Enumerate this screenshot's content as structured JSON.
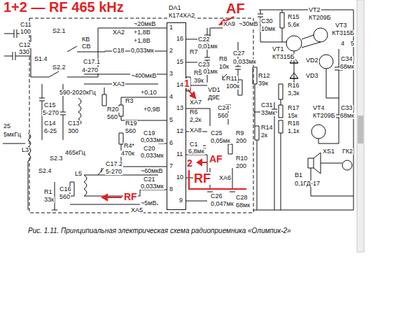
{
  "diagram": {
    "caption": "Рис. 1.11. Принципиальная электрическая схема радиоприемника «Олимпик-2»",
    "nodes": [
      {
        "text": [
          "DA1",
          "К174ХА2"
        ]
      }
    ],
    "labels": [
      "1+2 — RF 465 kHz",
      "AF",
      "1",
      "2",
      "AF",
      "RF",
      "RF",
      "C11",
      "100",
      "C12",
      "330",
      "S2.1",
      "S1.4",
      "S2.2",
      "КВ",
      "СВ",
      "ХА2",
      "+1,8В",
      "+1,8В",
      "~20мкВ",
      "C18",
      "0,033мк",
      "~400мкВ",
      "ХА3",
      "C17.1",
      "4-270",
      "590-2020кГц",
      "R20",
      "560",
      "R3",
      "+0,10",
      "C15",
      "5-270",
      "C14",
      "6-25",
      "C13",
      "300",
      "L3",
      "25",
      "5мкГц",
      "R19",
      "560",
      "R4*",
      "470к",
      "+0,9В",
      "C19",
      "0,033мк",
      "C20",
      "0,033мк",
      "~60мкВ",
      "C21",
      "0,033мк",
      "~5мВ",
      "ХА5",
      "S2.3",
      "465кГц",
      "C17.2",
      "5-270",
      "S2.4",
      "L5",
      "C16",
      "560",
      "R1",
      "33к",
      "ХА9",
      "~30мВ",
      "C22",
      "0,01мк",
      "C23",
      "0,01мк",
      "R7",
      "R8",
      "10к",
      "C27",
      "0,033мк",
      "R11",
      "100к",
      "R5",
      "39к",
      "VD1",
      "Д9Е",
      "ХА7",
      "C24",
      "560",
      "R6",
      "2,2к",
      "ХА8",
      "C25",
      "0,05мк",
      "R9",
      "200",
      "C1",
      "6,8мк",
      "ХА6",
      "R10",
      "200",
      "C26",
      "0,047мк",
      "C28",
      "68мк",
      "C30",
      "10мк",
      "R15",
      "5,6к",
      "VT2",
      "КТ209Б",
      "VT3",
      "КТ315Б",
      "4",
      "5",
      "VT1",
      "КТ315Б",
      "VD2",
      "VD3",
      "R12",
      "39к",
      "R16",
      "3,3к",
      "C34",
      "68мк",
      "C31",
      "33мк",
      "R14",
      "2к",
      "R17",
      "15к",
      "R18",
      "1,1к",
      "VT4",
      "КТ209Б",
      "C33",
      "68мк",
      "XS1",
      "ГК2",
      "B1",
      "0,1ГД-17",
      "1",
      "2",
      "3",
      "4",
      "5",
      "6",
      "7",
      "8",
      "16",
      "15",
      "14",
      "13",
      "12",
      "11",
      "10",
      "9"
    ]
  }
}
